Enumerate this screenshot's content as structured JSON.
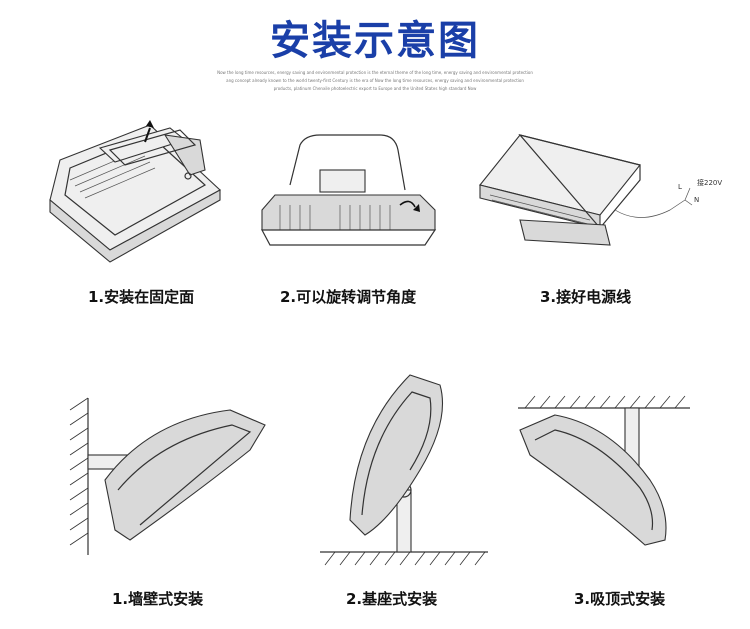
{
  "header": {
    "title": "安装示意图",
    "sublines": [
      "Now the long time resources, energy saving and environmental protection is the eternal theme of the long time, energy saving and environmental protection",
      "ang concept already known to the world twenty-first Century is the era of Now the long time resources, energy saving and environmental protection",
      "products, platinum Chenxile photoelectric export to Europe and the United States high standard Now"
    ]
  },
  "steps": [
    {
      "label": "1.安装在固定面"
    },
    {
      "label": "2.可以旋转调节角度"
    },
    {
      "label": "3.接好电源线"
    }
  ],
  "wiring": {
    "voltage": "接220V",
    "l": "L",
    "n": "N"
  },
  "mounts": [
    {
      "label": "1.墙壁式安装"
    },
    {
      "label": "2.基座式安装"
    },
    {
      "label": "3.吸顶式安装"
    }
  ]
}
